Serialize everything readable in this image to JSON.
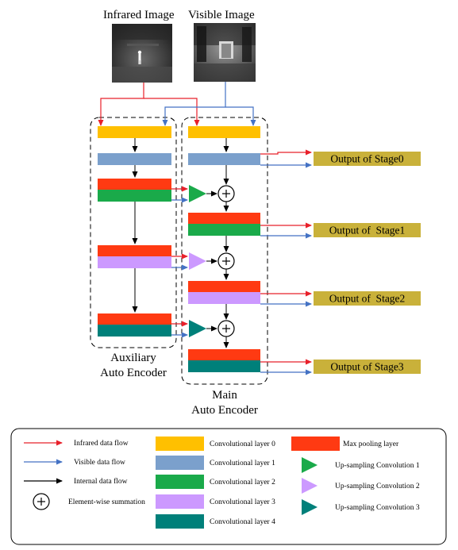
{
  "images": {
    "infrared_label": "Infrared Image",
    "visible_label": "Visible Image"
  },
  "encoders": {
    "auxiliary_line1": "Auxiliary",
    "auxiliary_line2": "Auto Encoder",
    "main_line1": "Main",
    "main_line2": "Auto Encoder"
  },
  "outputs": [
    "Output of Stage0",
    "Output of  Stage1",
    "Output of  Stage2",
    "Output of Stage3"
  ],
  "legend": {
    "flows": [
      {
        "label": "Infrared data flow",
        "color": "#e8202a"
      },
      {
        "label": "Visible data flow",
        "color": "#4472c4"
      },
      {
        "label": "Internal data flow",
        "color": "#000000"
      },
      {
        "label": "Element-wise summation",
        "color": "#000000"
      }
    ],
    "layers": [
      {
        "label": "Convolutional layer 0",
        "color": "#ffc000"
      },
      {
        "label": "Convolutional layer 1",
        "color": "#7ba0cc"
      },
      {
        "label": "Convolutional layer 2",
        "color": "#1aaa4a"
      },
      {
        "label": "Convolutional layer 3",
        "color": "#cc99ff"
      },
      {
        "label": "Convolutional layer 4",
        "color": "#00807a"
      }
    ],
    "others": [
      {
        "label": "Max pooling layer",
        "color": "#ff3a12"
      },
      {
        "label": "Up-sampling Convolution 1",
        "color": "#1aaa4a"
      },
      {
        "label": "Up-sampling Convolution 2",
        "color": "#cc99ff"
      },
      {
        "label": "Up-sampling Convolution 3",
        "color": "#00807a"
      }
    ]
  },
  "colors": {
    "output_box": "#c9b13a",
    "infrared_arrow": "#e8202a",
    "visible_arrow": "#4472c4",
    "internal_arrow": "#000000"
  }
}
